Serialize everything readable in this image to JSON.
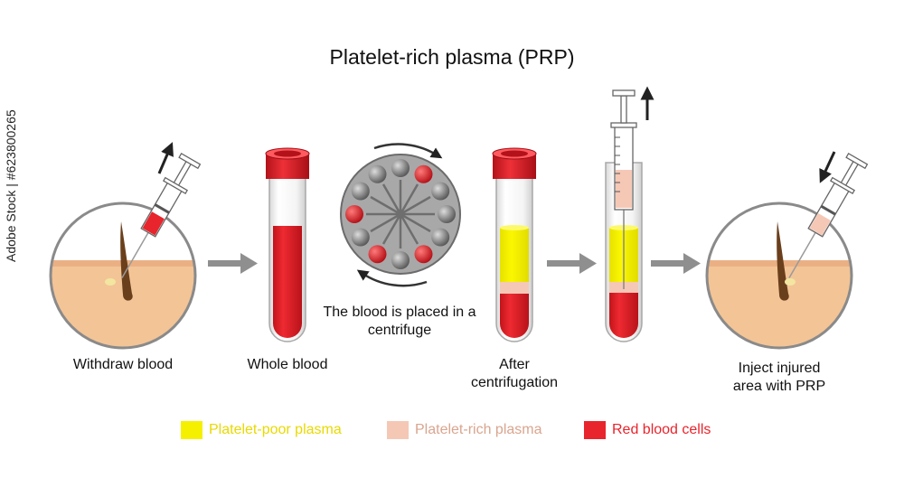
{
  "title": "Platelet-rich plasma (PRP)",
  "watermark": "Adobe Stock | #623800265",
  "colors": {
    "red": "#e8242c",
    "yellow": "#f5f000",
    "peach": "#f5c8b6",
    "skin": "#f3c496",
    "hair": "#6a3f1c",
    "arrow_gray": "#8f8f8f",
    "centrifuge": "#a8a8a8"
  },
  "steps": {
    "withdraw": "Withdraw blood",
    "whole": "Whole blood",
    "centrifuge_line1": "The blood is placed in a",
    "centrifuge_line2": "centrifuge",
    "after_line1": "After",
    "after_line2": "centrifugation",
    "inject_line1": "Inject injured",
    "inject_line2": "area with PRP"
  },
  "legend": [
    {
      "label": "Platelet-poor plasma",
      "color": "#f5f000",
      "text_color": "#e8d900"
    },
    {
      "label": "Platelet-rich plasma",
      "color": "#f5c8b6",
      "text_color": "#d9a58f"
    },
    {
      "label": "Red blood cells",
      "color": "#e8242c",
      "text_color": "#e8242c"
    }
  ]
}
